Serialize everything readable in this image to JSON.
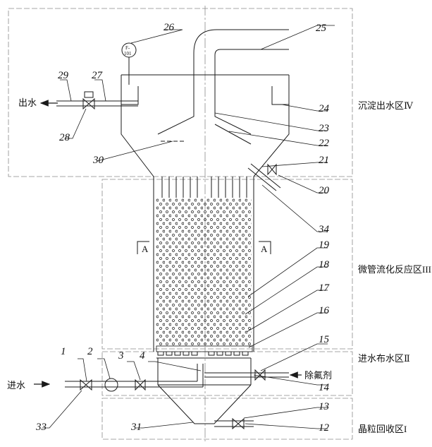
{
  "zones": {
    "settling_outlet": "沉淀出水区Ⅳ",
    "microtube_fluidized_reaction": "微管流化反应区III",
    "inlet_distribution": "进水布水区Ⅱ",
    "crystal_recovery": "晶粒回收区I"
  },
  "flow_labels": {
    "water_out": "出水",
    "water_in": "进水",
    "defluoridation_agent": "除氟剂"
  },
  "gauge_label": {
    "top": "F-",
    "bottom": "101"
  },
  "section_marks": {
    "left": "A",
    "right": "A"
  },
  "callouts": {
    "n1": "1",
    "n2": "2",
    "n3": "3",
    "n4": "4",
    "n12": "12",
    "n13": "13",
    "n14": "14",
    "n15": "15",
    "n16": "16",
    "n17": "17",
    "n18": "18",
    "n19": "19",
    "n20": "20",
    "n21": "21",
    "n22": "22",
    "n23": "23",
    "n24": "24",
    "n25": "25",
    "n26": "26",
    "n27": "27",
    "n28": "28",
    "n29": "29",
    "n30": "30",
    "n31": "31",
    "n33": "33",
    "n34": "34"
  },
  "colors": {
    "line": "#1a1a1a",
    "dashed": "#8a8a8a",
    "background": "#ffffff"
  }
}
